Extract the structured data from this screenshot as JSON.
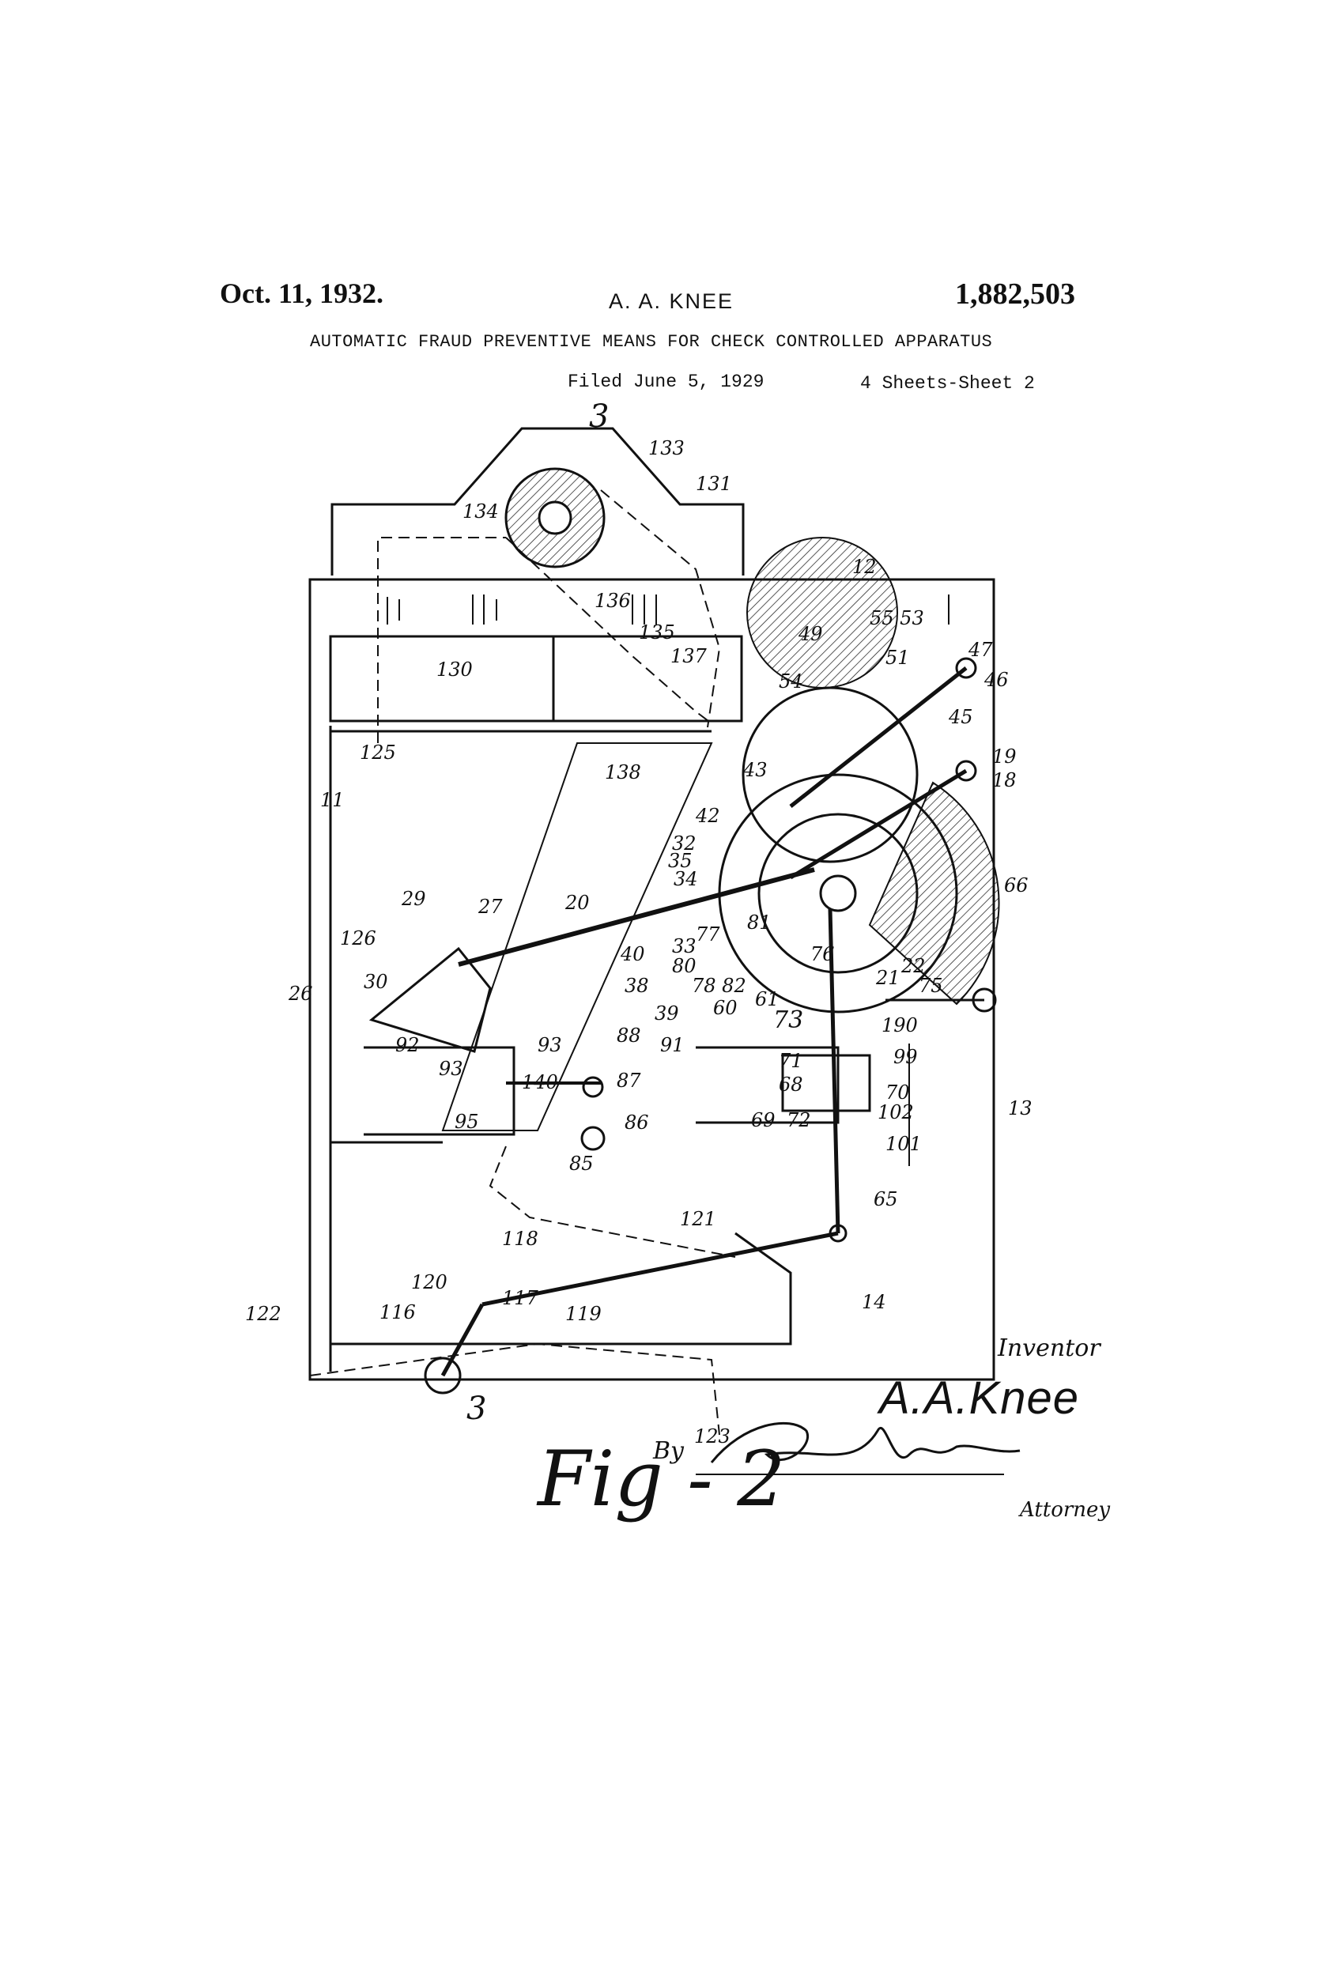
{
  "header": {
    "date": "Oct. 11, 1932.",
    "inventor_short": "A. A. KNEE",
    "patent_number": "1,882,503",
    "title": "AUTOMATIC FRAUD PREVENTIVE MEANS FOR CHECK CONTROLLED APPARATUS",
    "filed": "Filed June 5, 1929",
    "sheets": "4 Sheets-Sheet  2"
  },
  "figure": {
    "label": "Fig - 2",
    "section_marks": [
      "3",
      "3"
    ],
    "reference_numerals": [
      "3",
      "133",
      "131",
      "134",
      "12",
      "136",
      "135",
      "55",
      "53",
      "47",
      "137",
      "130",
      "49",
      "51",
      "54",
      "46",
      "45",
      "43",
      "19",
      "18",
      "125",
      "138",
      "42",
      "32",
      "35",
      "34",
      "11",
      "29",
      "27",
      "20",
      "66",
      "126",
      "33",
      "77",
      "81",
      "40",
      "38",
      "80",
      "78",
      "82",
      "76",
      "21",
      "22",
      "26",
      "30",
      "39",
      "60",
      "61",
      "73",
      "75",
      "92",
      "93",
      "88",
      "91",
      "190",
      "99",
      "93",
      "140",
      "87",
      "71",
      "68",
      "70",
      "95",
      "86",
      "69",
      "72",
      "102",
      "13",
      "101",
      "85",
      "65",
      "121",
      "118",
      "120",
      "117",
      "14",
      "116",
      "119",
      "122",
      "123"
    ]
  },
  "signatures": {
    "inventor_label": "Inventor",
    "inventor_name": "A.A.Knee",
    "by_label": "By",
    "attorney_label": "Attorney"
  }
}
